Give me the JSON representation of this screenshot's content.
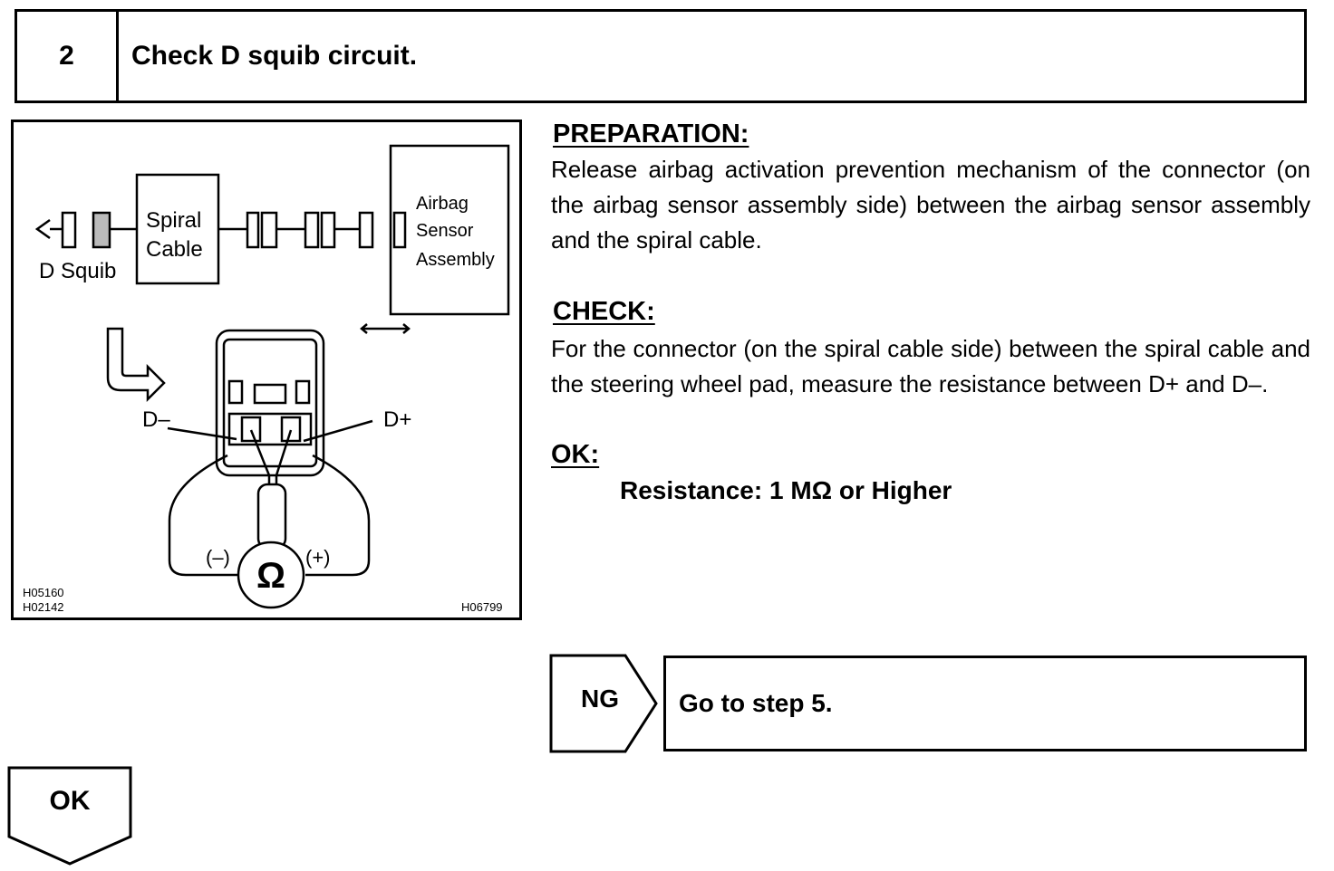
{
  "step": {
    "number": "2",
    "title": "Check D squib circuit."
  },
  "diagram": {
    "label_spiral_1": "Spiral",
    "label_spiral_2": "Cable",
    "label_d_squib": "D Squib",
    "label_sensor_1": "Airbag",
    "label_sensor_2": "Sensor",
    "label_sensor_3": "Assembly",
    "label_d_minus": "D–",
    "label_d_plus": "D+",
    "label_neg": "(–)",
    "label_pos": "(+)",
    "label_ohm": "Ω",
    "code_1": "H05160",
    "code_2": "H02142",
    "code_3": "H06799"
  },
  "preparation": {
    "heading": "PREPARATION:",
    "text": "Release airbag activation prevention mechanism of the connector (on the airbag sensor assembly side) between the airbag sensor assembly and the spiral cable."
  },
  "check": {
    "heading": "CHECK:",
    "text": "For the connector (on the spiral cable side) between the spiral cable and the steering wheel pad, measure the resistance between D+ and D–."
  },
  "ok": {
    "heading": "OK:",
    "spec": "Resistance: 1 MΩ  or Higher"
  },
  "ng": {
    "label": "NG",
    "action": "Go to step 5."
  },
  "ok_tag": {
    "label": "OK"
  }
}
